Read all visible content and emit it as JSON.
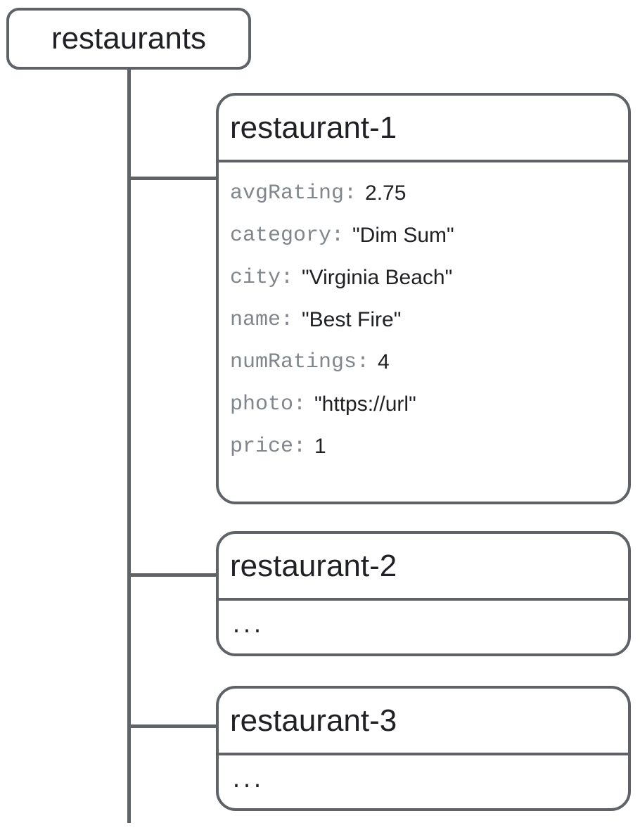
{
  "colors": {
    "background": "#ffffff",
    "border": "#5f6368",
    "title-text": "#202124",
    "key-text": "#80868b",
    "value-text": "#202124"
  },
  "diagram": {
    "root": {
      "label": "restaurants"
    },
    "children": [
      {
        "title": "restaurant-1",
        "fields": [
          {
            "key": "avgRating:",
            "value": "2.75"
          },
          {
            "key": "category:",
            "value": "\"Dim Sum\""
          },
          {
            "key": "city:",
            "value": "\"Virginia Beach\""
          },
          {
            "key": "name:",
            "value": "\"Best Fire\""
          },
          {
            "key": "numRatings:",
            "value": "4"
          },
          {
            "key": "photo:",
            "value": "\"https://url\""
          },
          {
            "key": "price:",
            "value": "1"
          }
        ]
      },
      {
        "title": "restaurant-2",
        "body": "..."
      },
      {
        "title": "restaurant-3",
        "body": "..."
      }
    ]
  }
}
